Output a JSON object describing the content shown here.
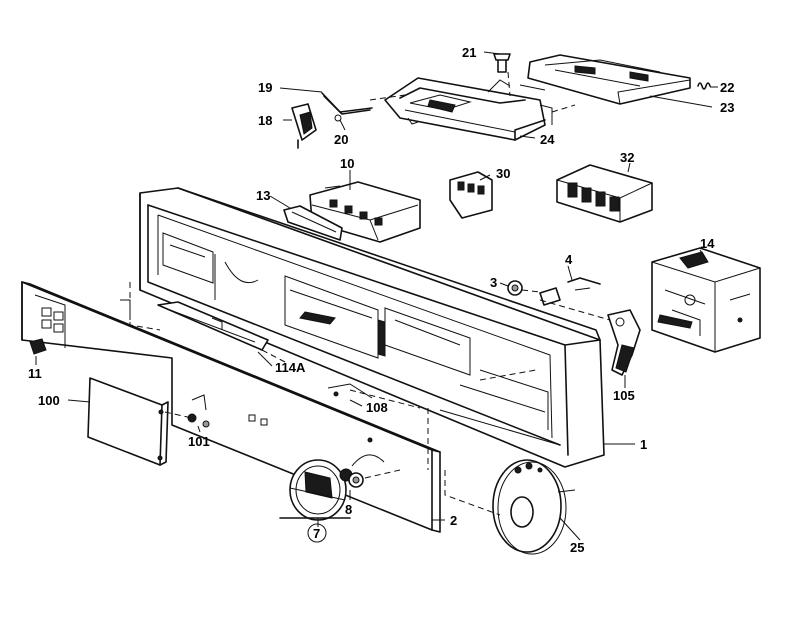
{
  "labels": {
    "p21": "21",
    "p22": "22",
    "p23": "23",
    "p19": "19",
    "p18": "18",
    "p20": "20",
    "p24": "24",
    "p10": "10",
    "p30": "30",
    "p32": "32",
    "p13": "13",
    "p14": "14",
    "p3": "3",
    "p4": "4",
    "p11": "11",
    "p114a": "114A",
    "p105": "105",
    "p100": "100",
    "p108": "108",
    "p101": "101",
    "p1": "1",
    "p8": "8",
    "p2": "2",
    "p7": "7",
    "p25": "25"
  }
}
